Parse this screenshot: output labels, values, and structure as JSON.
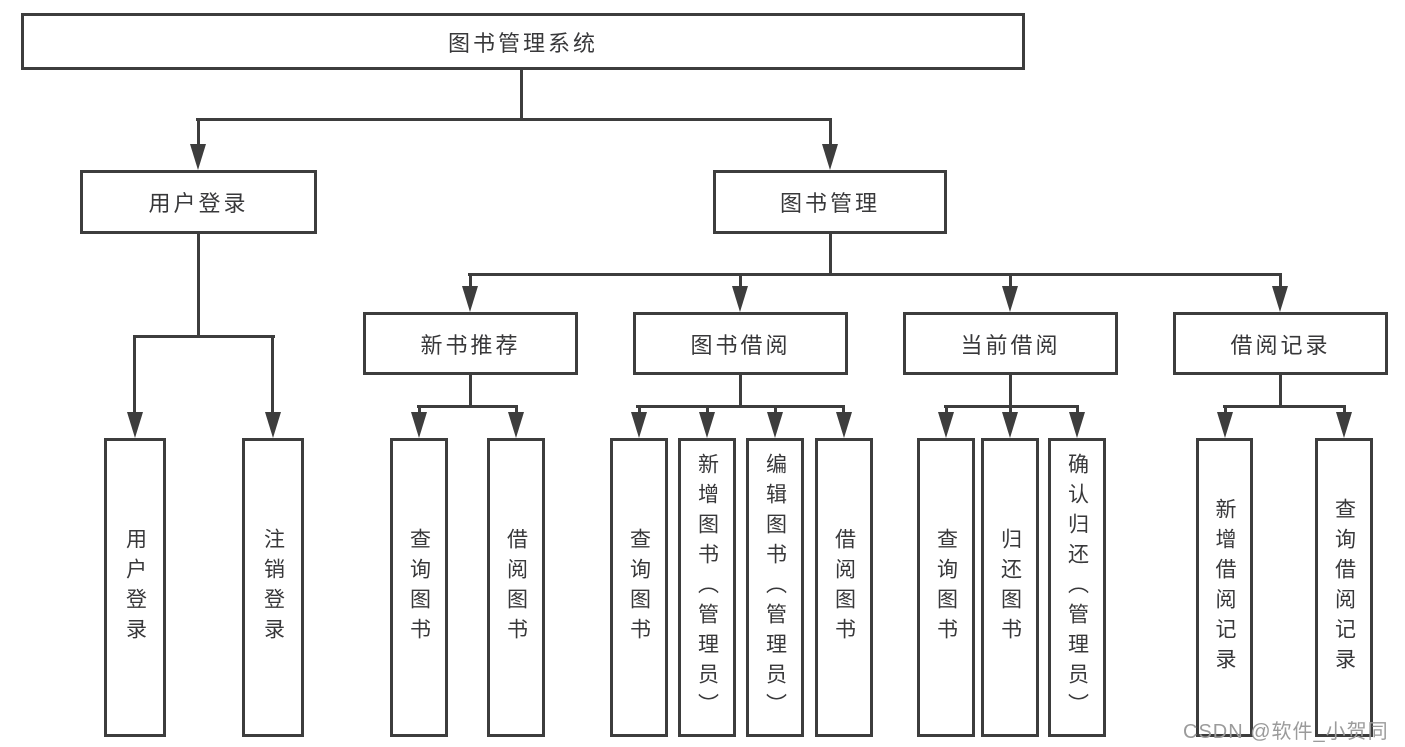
{
  "tree": {
    "root": {
      "label": "图书管理系统"
    },
    "branches": [
      {
        "label": "用户登录",
        "children": [
          "用户登录",
          "注销登录"
        ]
      },
      {
        "label": "图书管理",
        "modules": [
          {
            "label": "新书推荐",
            "children": [
              "查询图书",
              "借阅图书"
            ]
          },
          {
            "label": "图书借阅",
            "children": [
              "查询图书",
              "新增图书（管理员）",
              "编辑图书（管理员）",
              "借阅图书"
            ]
          },
          {
            "label": "当前借阅",
            "children": [
              "查询图书",
              "归还图书",
              "确认归还（管理员）"
            ]
          },
          {
            "label": "借阅记录",
            "children": [
              "新增借阅记录",
              "查询借阅记录"
            ]
          }
        ]
      }
    ]
  },
  "watermark": {
    "text": "CSDN @软件_小贺同学"
  },
  "colors": {
    "line": "#3d3d3d",
    "text": "#38383a",
    "background": "#ffffff",
    "watermark": "#9b9b9b"
  }
}
